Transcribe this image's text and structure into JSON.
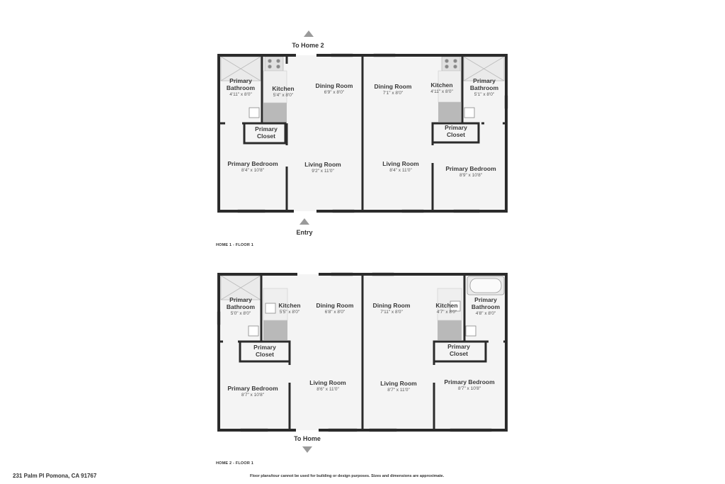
{
  "home1": {
    "title": "HOME 1 - FLOOR 1",
    "top_marker": "To Home 2",
    "bottom_marker": "Entry",
    "unit_a": {
      "bathroom": {
        "name": "Primary Bathroom",
        "dims": "4'11\" x 8'0\""
      },
      "kitchen": {
        "name": "Kitchen",
        "dims": "5'4\" x 8'0\""
      },
      "dining": {
        "name": "Dining Room",
        "dims": "6'9\" x 8'0\""
      },
      "closet": {
        "name": "Primary Closet"
      },
      "bedroom": {
        "name": "Primary Bedroom",
        "dims": "8'4\" x 10'8\""
      },
      "living": {
        "name": "Living Room",
        "dims": "9'2\" x 11'0\""
      }
    },
    "unit_b": {
      "dining": {
        "name": "Dining Room",
        "dims": "7'1\" x 8'0\""
      },
      "kitchen": {
        "name": "Kitchen",
        "dims": "4'11\" x 8'0\""
      },
      "bathroom": {
        "name": "Primary Bathroom",
        "dims": "5'1\" x 8'0\""
      },
      "closet": {
        "name": "Primary Closet"
      },
      "living": {
        "name": "Living Room",
        "dims": "8'4\" x 11'0\""
      },
      "bedroom": {
        "name": "Primary Bedroom",
        "dims": "8'9\" x 10'8\""
      }
    }
  },
  "home2": {
    "title": "HOME 2 - FLOOR 1",
    "bottom_marker": "To Home",
    "unit_a": {
      "bathroom": {
        "name": "Primary Bathroom",
        "dims": "5'0\" x 8'0\""
      },
      "kitchen": {
        "name": "Kitchen",
        "dims": "5'5\" x 8'0\""
      },
      "dining": {
        "name": "Dining Room",
        "dims": "6'8\" x 8'0\""
      },
      "closet": {
        "name": "Primary Closet"
      },
      "bedroom": {
        "name": "Primary Bedroom",
        "dims": "8'7\" x 10'8\""
      },
      "living": {
        "name": "Living Room",
        "dims": "8'6\" x 11'0\""
      }
    },
    "unit_b": {
      "dining": {
        "name": "Dining Room",
        "dims": "7'11\" x 8'0\""
      },
      "kitchen": {
        "name": "Kitchen",
        "dims": "4'7\" x 8'0\""
      },
      "bathroom": {
        "name": "Primary Bathroom",
        "dims": "4'8\" x 8'0\""
      },
      "closet": {
        "name": "Primary Closet"
      },
      "living": {
        "name": "Living Room",
        "dims": "8'7\" x 11'0\""
      },
      "bedroom": {
        "name": "Primary Bedroom",
        "dims": "8'7\" x 10'8\""
      }
    }
  },
  "footer": {
    "address": "231 Palm Pl Pomona, CA 91767",
    "disclaimer": "Floor plans/tour cannot be used for building or design purposes. Sizes and dimensions are approximate."
  }
}
